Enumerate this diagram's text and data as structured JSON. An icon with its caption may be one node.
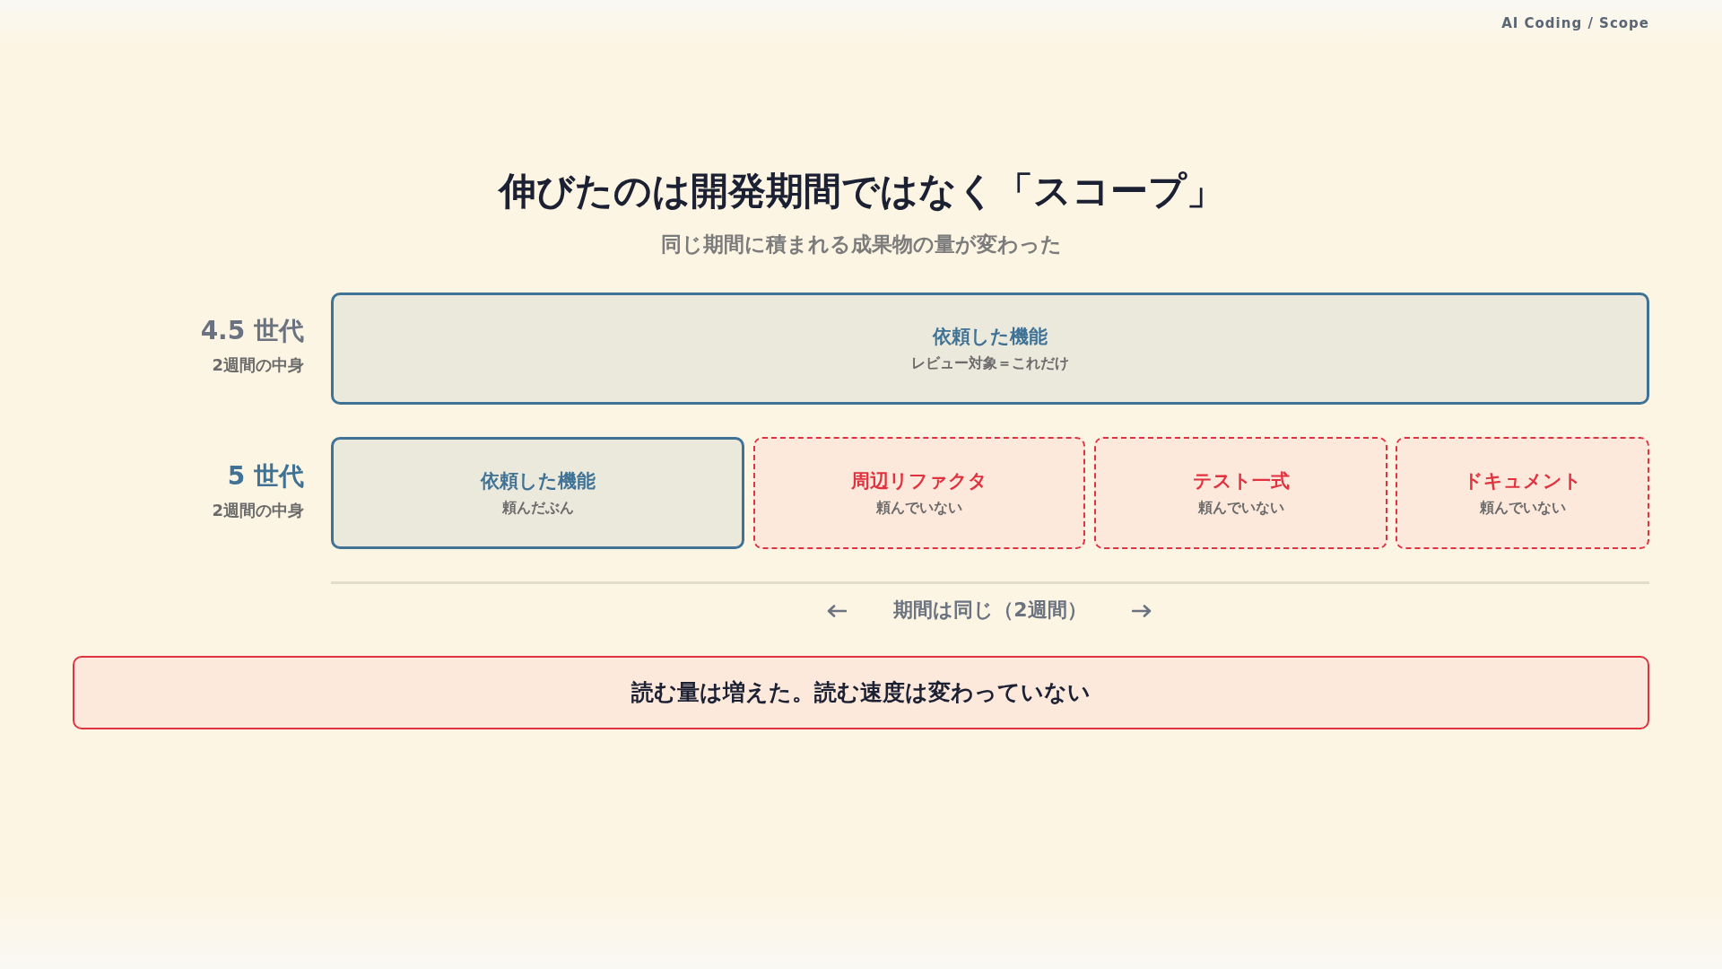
{
  "diagram": {
    "title": "伸びたのは開発期間ではなく「スコープ」",
    "nodes": [
      {
        "text": [
          "依頼した機能",
          "レビュー対象＝これだけ"
        ]
      },
      {
        "text": [
          "依頼した機能",
          "頼んだぶん"
        ]
      },
      {
        "text": [
          "周辺リファクタ",
          "頼んでいない"
        ]
      },
      {
        "text": [
          "テスト一式",
          "頼んでいない"
        ]
      },
      {
        "text": [
          "ドキュメント",
          "頼んでいない"
        ]
      },
      {
        "text": [
          "読む量は増えた。読む速度は変わっていない"
        ]
      }
    ],
    "labels": [
      "AI Coding / Scope",
      "同じ期間に積まれる成果物の量が変わった",
      "4.5 世代",
      "2週間の中身",
      "5 世代",
      "2週間の中身",
      "期間は同じ（2週間）"
    ]
  }
}
